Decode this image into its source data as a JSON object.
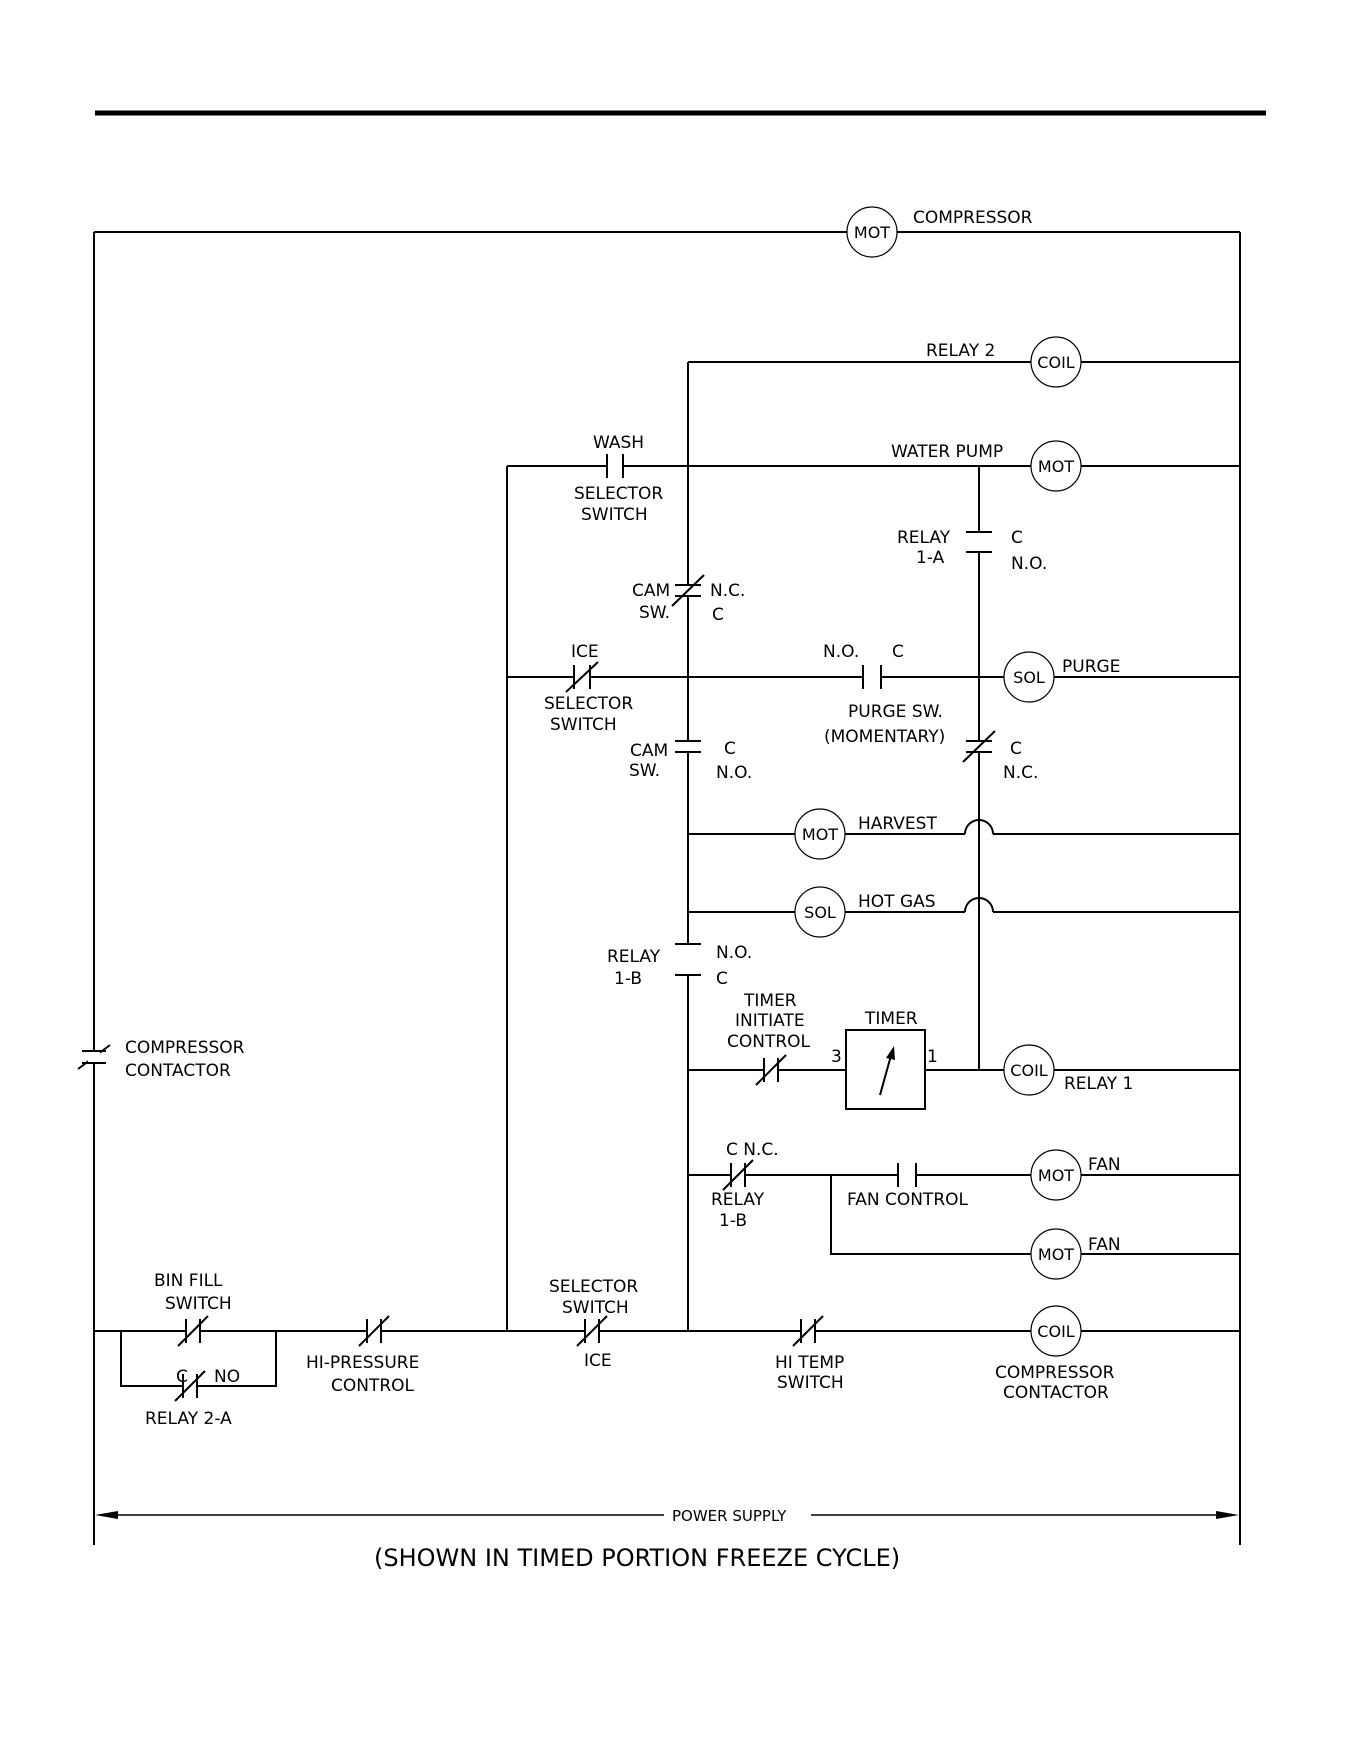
{
  "labels": {
    "compressor": "COMPRESSOR",
    "relay_2": "RELAY 2",
    "wash": "WASH",
    "selector": "SELECTOR",
    "switch": "SWITCH",
    "water_pump": "WATER PUMP",
    "relay": "RELAY",
    "one_a": "1-A",
    "c": "C",
    "no": "N.O.",
    "nc": "N.C.",
    "cam": "CAM",
    "sw": "SW.",
    "ice": "ICE",
    "purge": "PURGE",
    "purge_sw": "PURGE SW.",
    "momentary": "(MOMENTARY)",
    "harvest": "HARVEST",
    "hot_gas": "HOT GAS",
    "one_b": "1-B",
    "timer": "TIMER",
    "initiate": "INITIATE",
    "control": "CONTROL",
    "terminal_3": "3",
    "terminal_1": "1",
    "relay_1": "RELAY 1",
    "compressor_contactor_1": "COMPRESSOR",
    "compressor_contactor_2": "CONTACTOR",
    "c_nc": "C  N.C.",
    "fan_control": "FAN CONTROL",
    "fan": "FAN",
    "bin_fill": "BIN FILL",
    "relay_2a": "RELAY 2-A",
    "relay_2a_contact_no": "NO",
    "hi_pressure": "HI-PRESSURE",
    "hi_temp": "HI TEMP",
    "power_supply": "POWER SUPPLY",
    "caption": "(SHOWN IN TIMED PORTION FREEZE CYCLE)"
  },
  "components": {
    "mot": "MOT",
    "coil": "COIL",
    "sol": "SOL"
  }
}
